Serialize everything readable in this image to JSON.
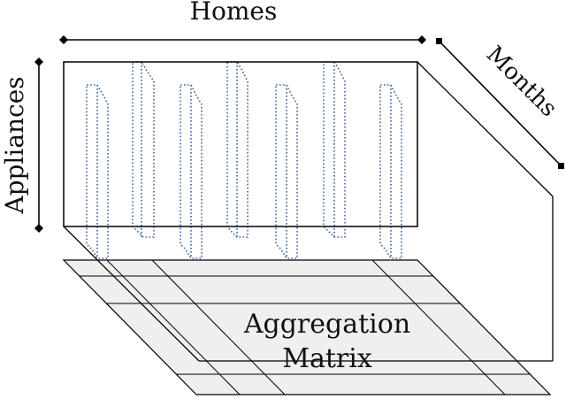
{
  "labels": {
    "homes": "Homes",
    "appliances": "Appliances",
    "months": "Months",
    "aggregation_line1": "Aggregation",
    "aggregation_line2": "Matrix"
  },
  "colors": {
    "stroke": "#000000",
    "dotted": "#3b63a8",
    "matrix_fill": "#efefef",
    "background": "#ffffff"
  }
}
